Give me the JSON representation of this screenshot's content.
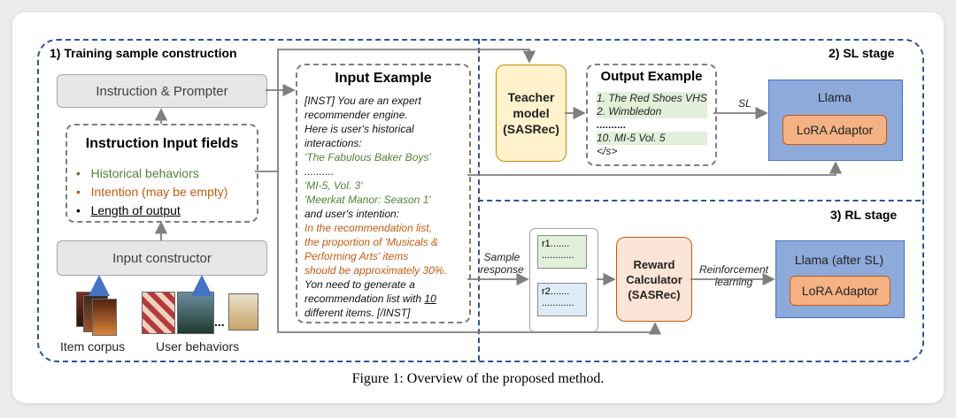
{
  "stages": {
    "training": "1) Training sample construction",
    "sl": "2) SL stage",
    "rl": "3) RL stage"
  },
  "left": {
    "prompter": "Instruction & Prompter",
    "fields_title": "Instruction Input fields",
    "fields": [
      {
        "text": "Historical behaviors",
        "color": "#548235"
      },
      {
        "text": "Intention (may be empty)",
        "color": "#c55a11"
      },
      {
        "text": "Length of output",
        "color": "#000000"
      }
    ],
    "constructor": "Input constructor",
    "item_corpus": "Item corpus",
    "user_behaviors": "User behaviors",
    "ellipsis": "..."
  },
  "input_example": {
    "title": "Input Example",
    "lines": [
      {
        "text": "[INST] You are an expert",
        "c": "k"
      },
      {
        "text": "recommender engine.",
        "c": "k"
      },
      {
        "text": "Here is user's historical",
        "c": "k"
      },
      {
        "text": "interactions:",
        "c": "k"
      },
      {
        "text": "'The Fabulous Baker Boys'",
        "c": "g"
      },
      {
        "text": "..........",
        "c": "k"
      },
      {
        "text": "'MI-5, Vol. 3'",
        "c": "g"
      },
      {
        "text": "'Meerkat Manor: Season 1'",
        "c": "g"
      },
      {
        "text": "and user's intention:",
        "c": "k"
      },
      {
        "text": "In the recommendation list,",
        "c": "o"
      },
      {
        "text": "the proportion of 'Musicals &",
        "c": "o"
      },
      {
        "text": "Performing Arts' items",
        "c": "o"
      },
      {
        "text": "should be approximately 30%.",
        "c": "o"
      },
      {
        "text": "Yon need to generate a",
        "c": "k"
      },
      {
        "text": "recommendation list with ",
        "c": "k",
        "u": "10"
      },
      {
        "text": "different items.  [/INST]",
        "c": "k"
      }
    ]
  },
  "sl": {
    "teacher": [
      "Teacher",
      "model",
      "(SASRec)"
    ],
    "output_title": "Output Example",
    "output_lines": [
      "1. The Red Shoes VHS",
      "2. Wimbledon",
      "..........",
      "10. MI-5 Vol. 5",
      "</s>"
    ],
    "sl_label": "SL",
    "llama": "Llama",
    "lora": "LoRA Adaptor"
  },
  "rl": {
    "sample_response": [
      "Sample",
      "response"
    ],
    "r1": [
      "r1.......",
      "............"
    ],
    "r2": [
      "r2.......",
      "............"
    ],
    "reward": [
      "Reward",
      "Calculator",
      "(SASRec)"
    ],
    "reinforcement": [
      "Reinforcement",
      "learning"
    ],
    "llama": "Llama (after SL)",
    "lora": "LoRA Adaptor"
  },
  "caption": "Figure 1: Overview of the proposed method.",
  "colors": {
    "region_border": "#2f5597",
    "green": "#548235",
    "orange": "#c55a11",
    "llama_fill": "#8eaadb",
    "lora_fill": "#f4b183"
  }
}
